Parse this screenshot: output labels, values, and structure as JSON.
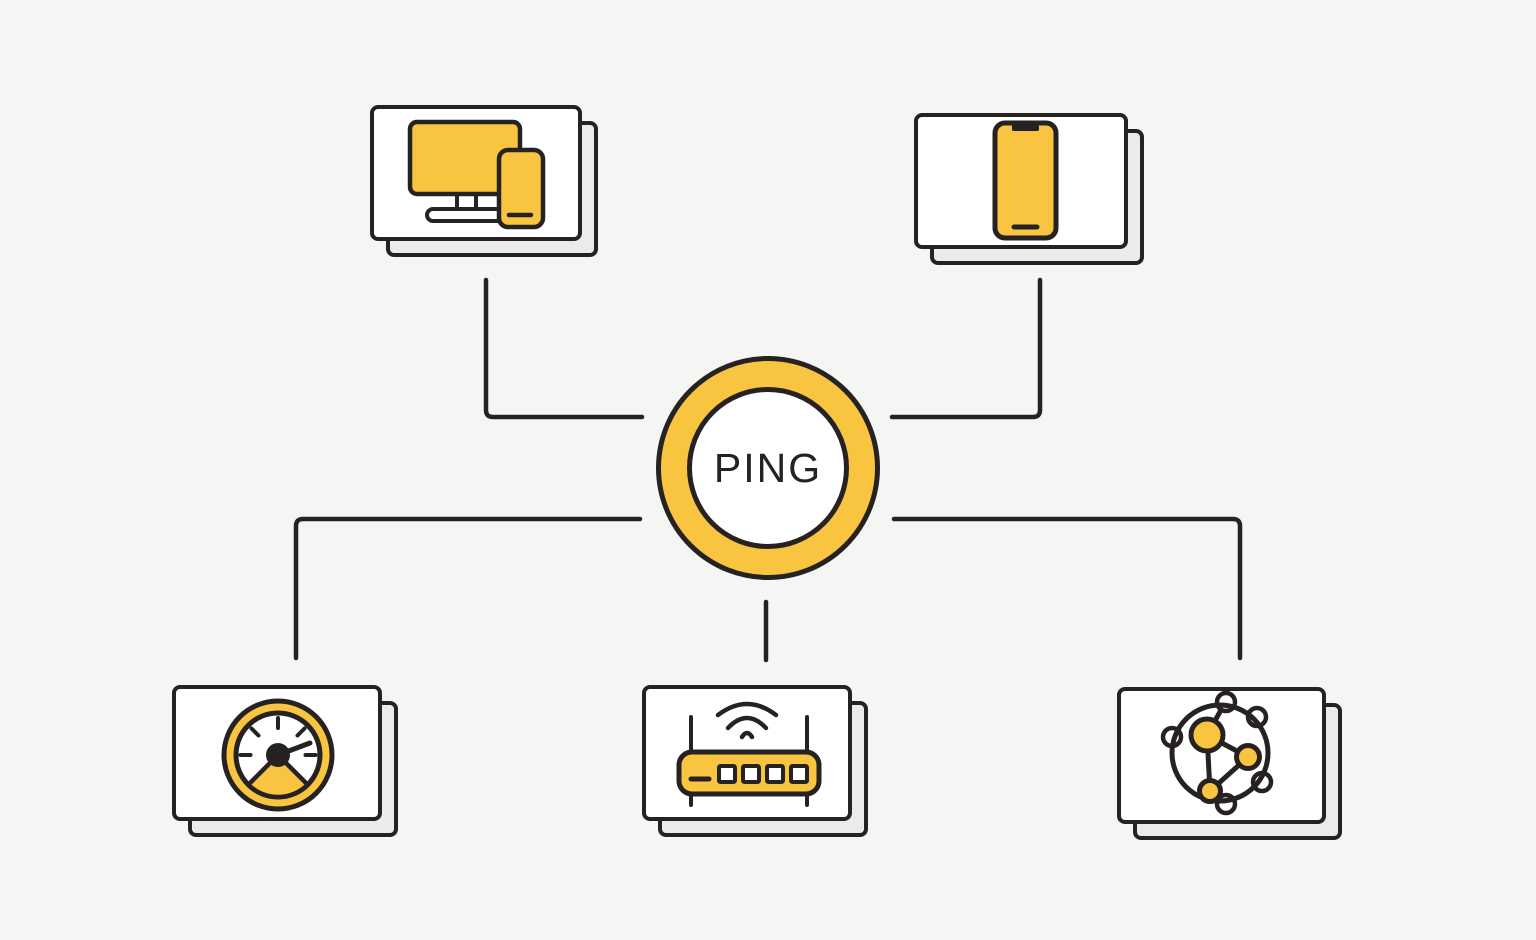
{
  "hub": {
    "label": "PING"
  },
  "colors": {
    "background": "#f5f5f3",
    "card": "#ffffff",
    "card_shadow": "#ebebea",
    "ink": "#272222",
    "accent": "#f9c440"
  },
  "nodes": [
    {
      "id": "devices",
      "icon": "desktop-and-phone-icon",
      "position": "top-left"
    },
    {
      "id": "smartphone",
      "icon": "smartphone-icon",
      "position": "top-right"
    },
    {
      "id": "speed",
      "icon": "speedometer-icon",
      "position": "bottom-left"
    },
    {
      "id": "router",
      "icon": "wifi-router-icon",
      "position": "bottom-center"
    },
    {
      "id": "network",
      "icon": "network-globe-icon",
      "position": "bottom-right"
    }
  ]
}
